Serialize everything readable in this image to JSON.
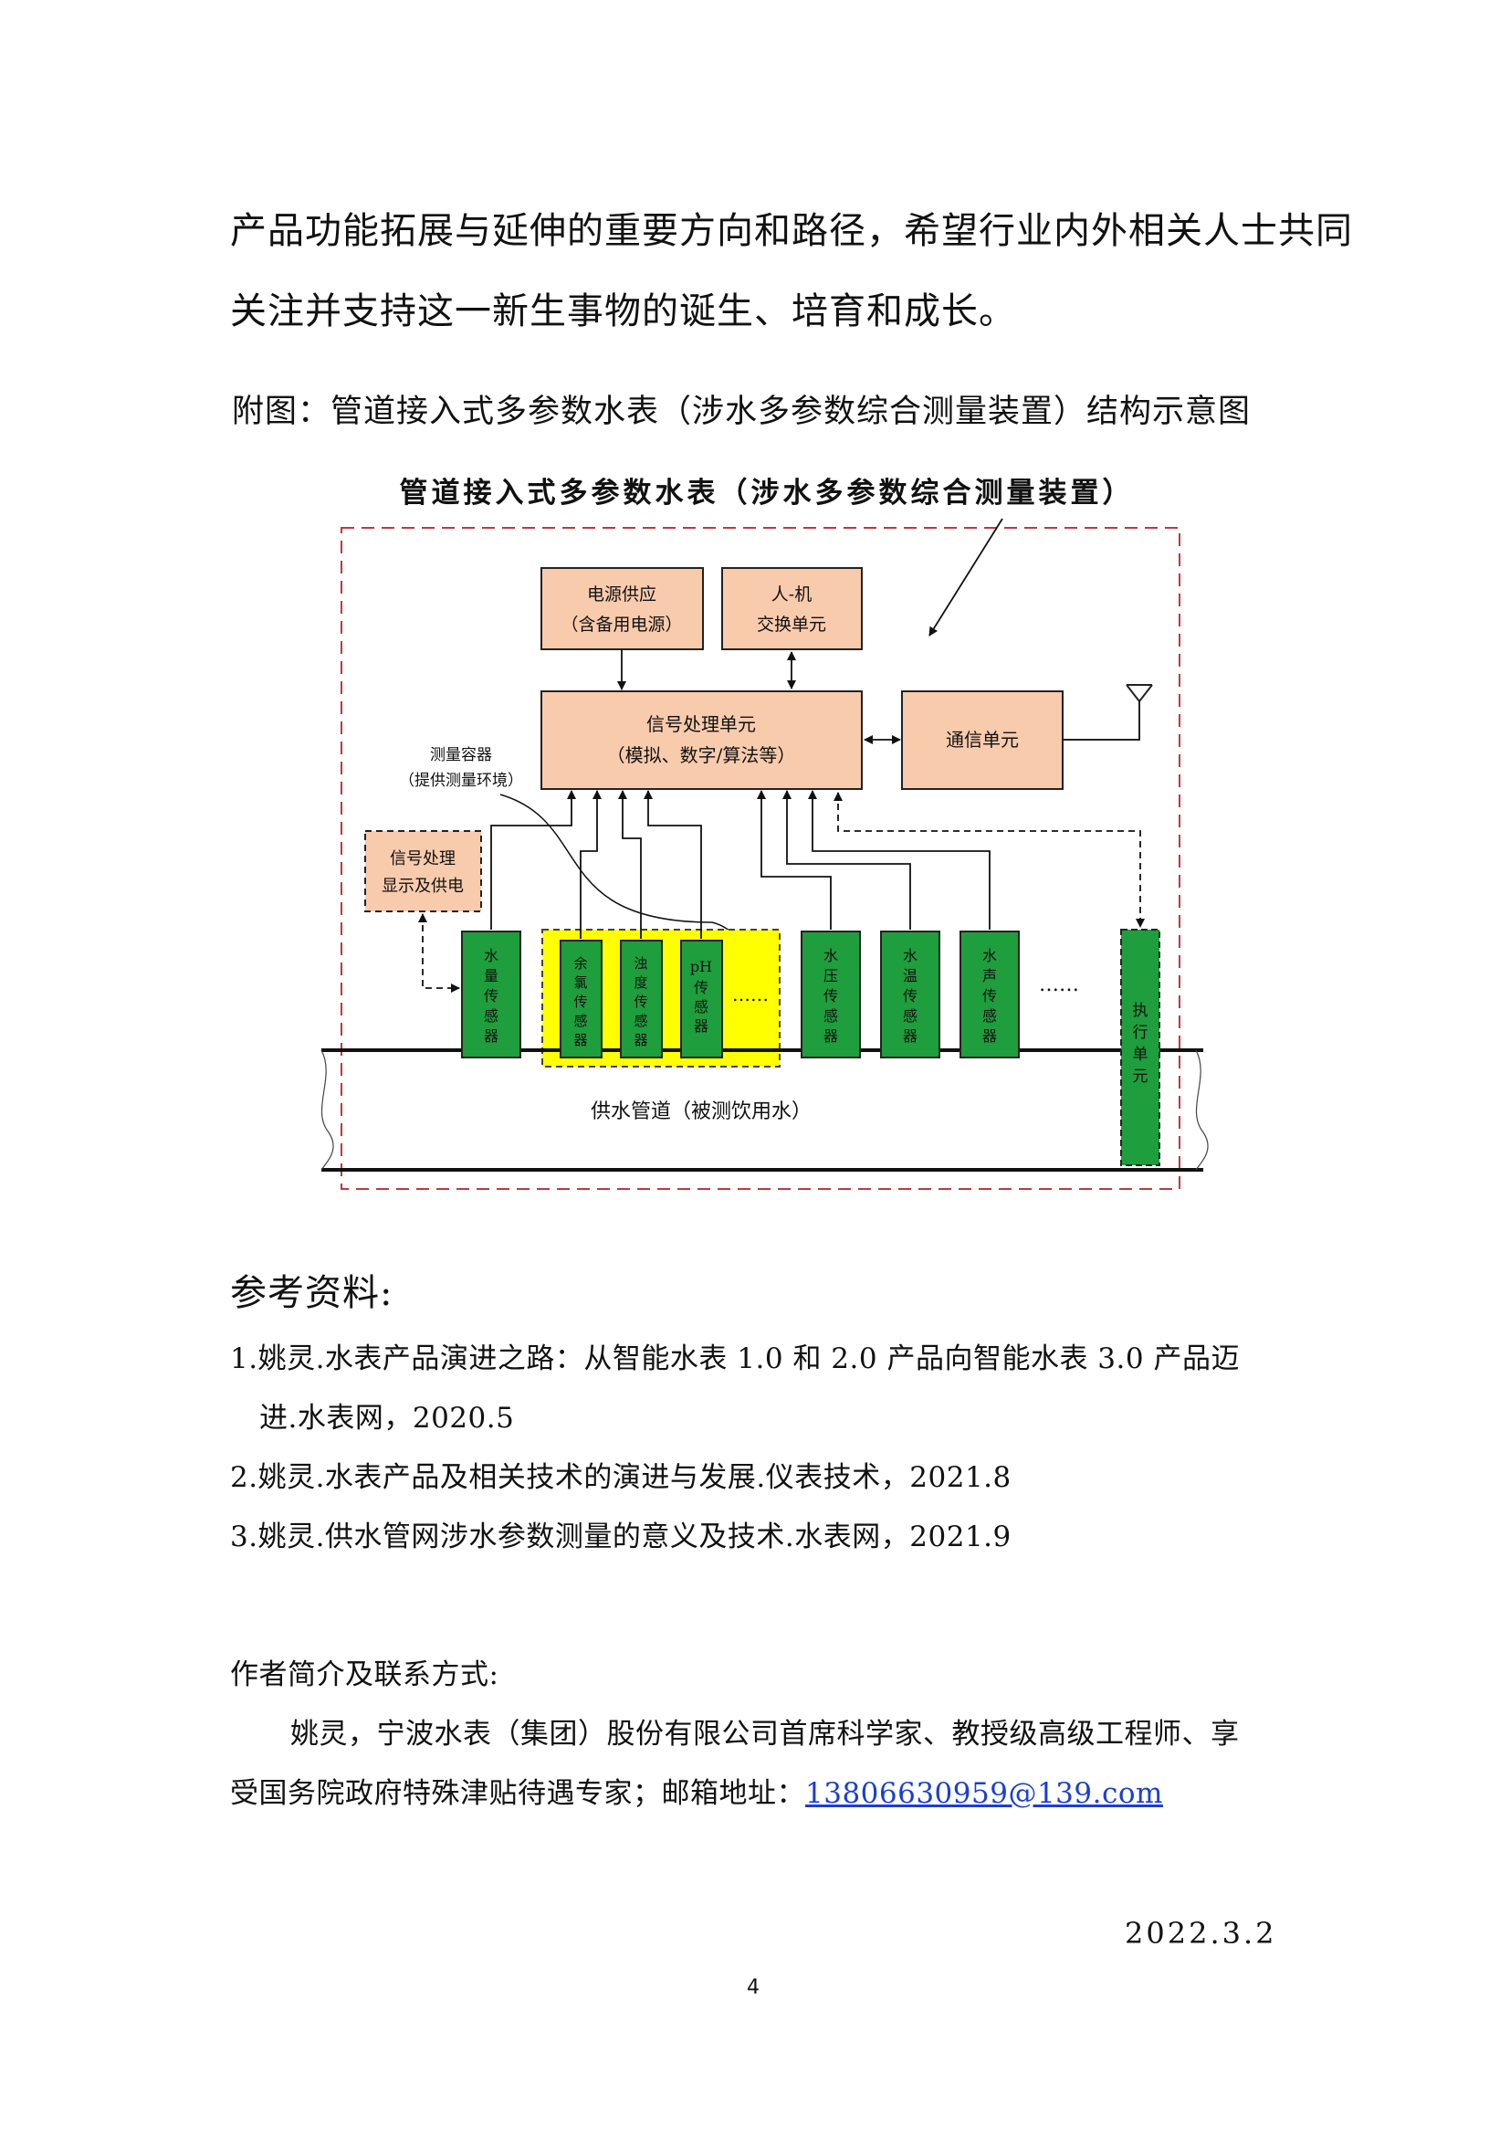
{
  "intro": {
    "line1": "产品功能拓展与延伸的重要方向和路径，希望行业内外相关人士共同",
    "line2": "关注并支持这一新生事物的诞生、培育和成长。"
  },
  "figure_caption": "附图：管道接入式多参数水表（涉水多参数综合测量装置）结构示意图",
  "diagram": {
    "title": "管道接入式多参数水表（涉水多参数综合测量装置）",
    "power": {
      "line1": "电源供应",
      "line2": "（含备用电源）"
    },
    "hmi": {
      "line1": "人-机",
      "line2": "交换单元"
    },
    "signal": {
      "line1": "信号处理单元",
      "line2": "（模拟、数字/算法等）"
    },
    "comm": "通信单元",
    "container_note": {
      "line1": "测量容器",
      "line2": "（提供测量环境）"
    },
    "local": {
      "line1": "信号处理",
      "line2": "显示及供电"
    },
    "sensors": {
      "flow": [
        "水",
        "量",
        "传",
        "感",
        "器"
      ],
      "chlorine": [
        "余",
        "氯",
        "传",
        "感",
        "器"
      ],
      "turbidity": [
        "浊",
        "度",
        "传",
        "感",
        "器"
      ],
      "ph": [
        "pH",
        "传",
        "感",
        "器"
      ],
      "pressure": [
        "水",
        "压",
        "传",
        "感",
        "器"
      ],
      "temp": [
        "水",
        "温",
        "传",
        "感",
        "器"
      ],
      "sound": [
        "水",
        "声",
        "传",
        "感",
        "器"
      ]
    },
    "dots_yellow": "……",
    "dots_right": "……",
    "actuator": [
      "执",
      "行",
      "单",
      "元"
    ],
    "pipe": "供水管道（被测饮用水）",
    "colors": {
      "box_fill": "#f8cbad",
      "sensor_fill": "#1e9e3c",
      "quality_zone": "#ffff00",
      "frame": "#c0393b"
    }
  },
  "references": {
    "heading": "参考资料:",
    "r1a": "1.姚灵.水表产品演进之路：从智能水表 1.0 和 2.0 产品向智能水表 3.0 产品迈",
    "r1b": "进.水表网，2020.5",
    "r2": "2.姚灵.水表产品及相关技术的演进与发展.仪表技术，2021.8",
    "r3": "3.姚灵.供水管网涉水参数测量的意义及技术.水表网，2021.9"
  },
  "author": {
    "heading": "作者简介及联系方式:",
    "line1": "姚灵，宁波水表（集团）股份有限公司首席科学家、教授级高级工程师、享",
    "line2_text": "受国务院政府特殊津贴待遇专家；邮箱地址：",
    "email": "13806630959@139.com"
  },
  "date": "2022.3.2",
  "page_number": "4"
}
